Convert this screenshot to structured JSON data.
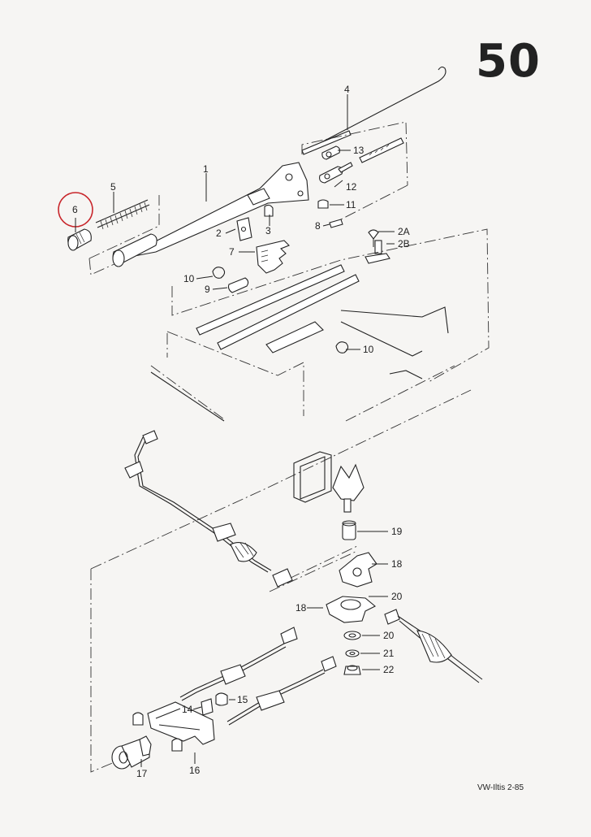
{
  "page_number": "50",
  "footer_ref": "VW-Iltis 2-85",
  "highlight_color": "#c8262b",
  "highlighted_part": "6",
  "callouts": [
    "1",
    "2",
    "2A",
    "2B",
    "3",
    "4",
    "5",
    "6",
    "7",
    "8",
    "9",
    "10",
    "10",
    "11",
    "12",
    "13",
    "14",
    "15",
    "16",
    "17",
    "18",
    "18",
    "19",
    "20",
    "20",
    "21",
    "22"
  ]
}
